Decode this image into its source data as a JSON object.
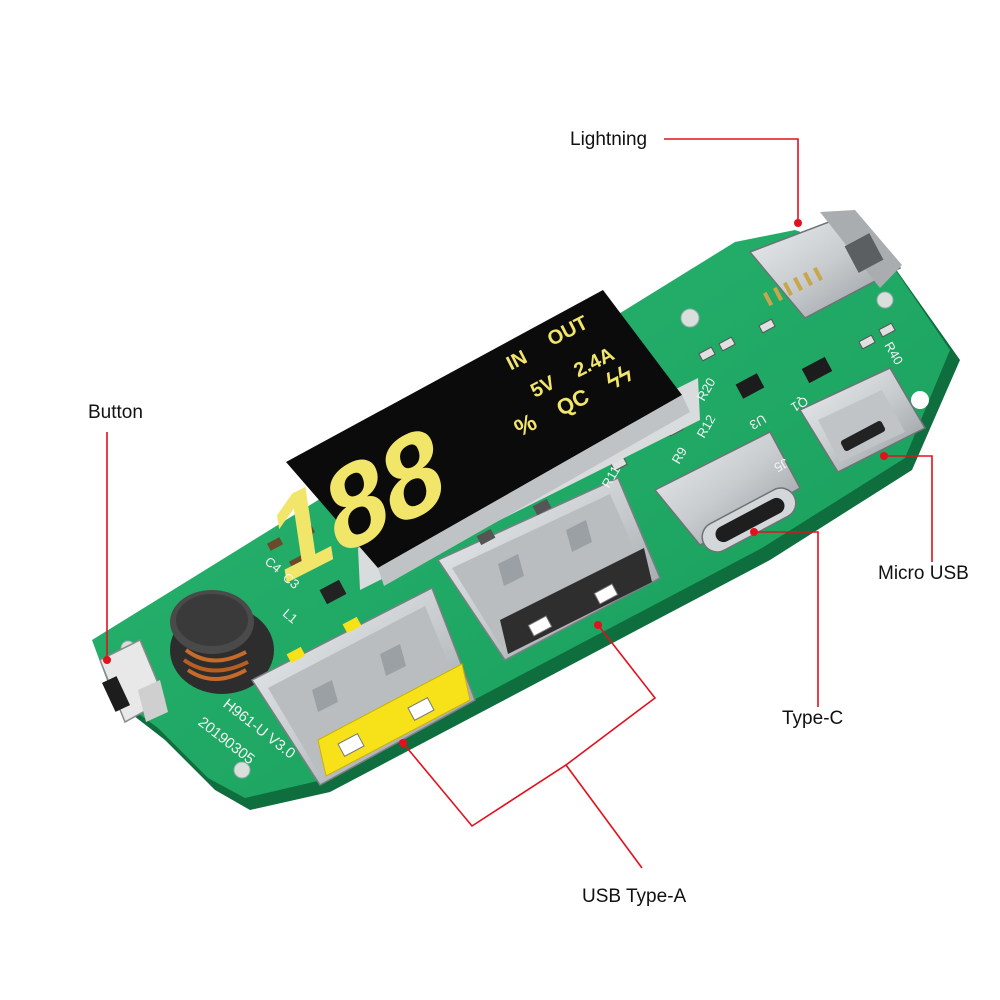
{
  "colors": {
    "pcb": "#1fa865",
    "pcb_dark": "#137a45",
    "leader": "#e3101d",
    "lcd_bg": "#0b0b0b",
    "lcd_segments": "#f2e66a",
    "metal": "#cfd2d4",
    "usb_yellow": "#f7e21a"
  },
  "callouts": {
    "lightning": "Lightning",
    "button": "Button",
    "micro_usb": "Micro USB",
    "type_c": "Type-C",
    "usb_type_a": "USB Type-A"
  },
  "display": {
    "digits": "188",
    "in": "IN",
    "out": "OUT",
    "volt": "5V",
    "amp": "2.4A",
    "percent": "%",
    "qc": "QC",
    "bolts": "ϟϟ"
  },
  "silkscreen": {
    "model": "H961-U V3.0",
    "date": "20190305",
    "r40": "R40",
    "r12": "R12",
    "r11": "R11",
    "j5": "J5",
    "u3": "U3",
    "q1": "Q1",
    "r20": "R20",
    "r9": "R9",
    "c4": "C4",
    "c3": "C3",
    "l1": "L1"
  }
}
